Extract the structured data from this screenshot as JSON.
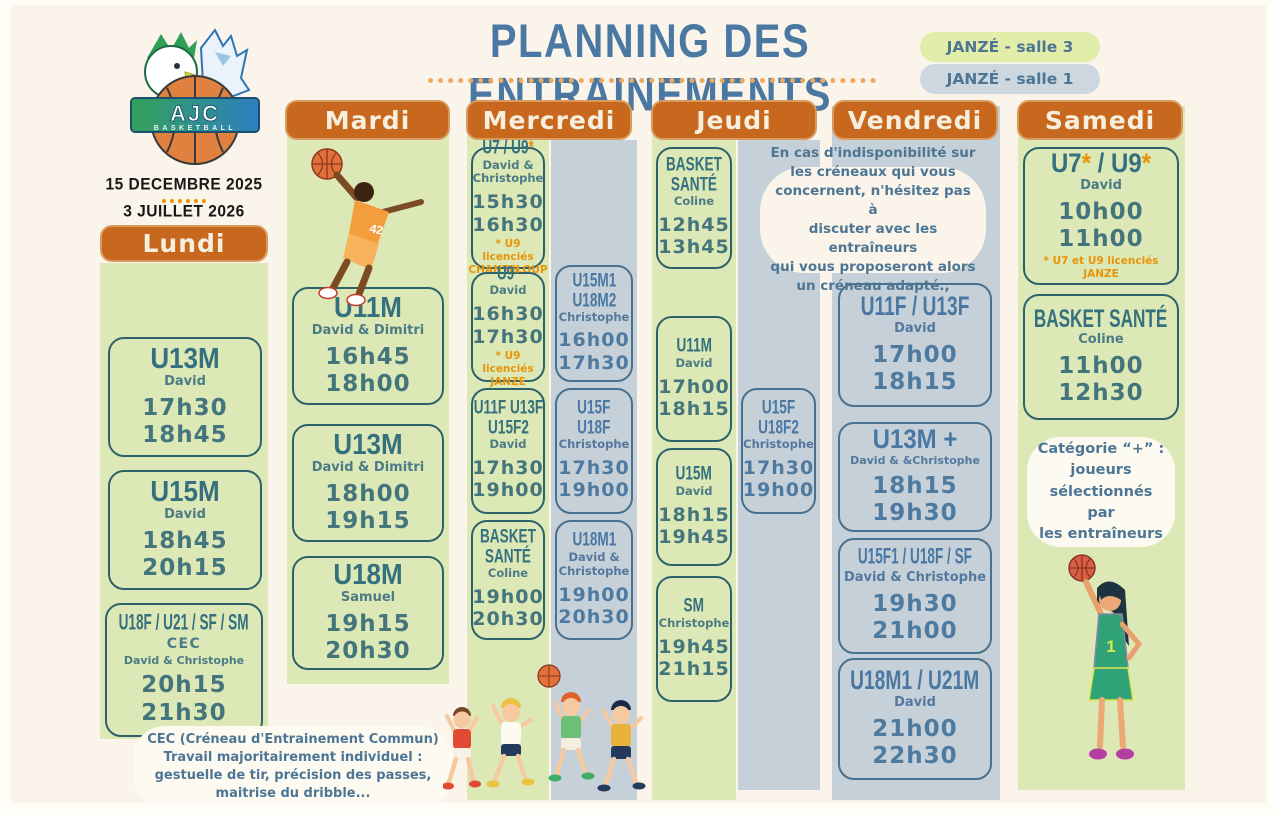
{
  "header": {
    "title": "PLANNING DES ENTRAINEMENTS",
    "legend": [
      {
        "label": "JANZÉ - salle 3"
      },
      {
        "label": "JANZÉ - salle 1"
      }
    ]
  },
  "logo": {
    "club": "AJC",
    "sub": "BASKETBALL",
    "date_start": "15 DECEMBRE 2025",
    "date_end": "3 JUILLET 2026"
  },
  "illustrations": {
    "dunker_number": "42",
    "girl_number": "1"
  },
  "days": {
    "lundi": {
      "label": "Lundi",
      "cards": [
        {
          "title": "U13M",
          "coach": "David",
          "start": "17h30",
          "end": "18h45"
        },
        {
          "title": "U15M",
          "coach": "David",
          "start": "18h45",
          "end": "20h15"
        },
        {
          "title": "U18F / U21 / SF / SM",
          "type": "CEC",
          "coach": "David & Christophe",
          "start": "20h15",
          "end": "21h30"
        }
      ]
    },
    "mardi": {
      "label": "Mardi",
      "cards": [
        {
          "title": "U11M",
          "coach": "David & Dimitri",
          "start": "16h45",
          "end": "18h00"
        },
        {
          "title": "U13M",
          "coach": "David & Dimitri",
          "start": "18h00",
          "end": "19h15"
        },
        {
          "title": "U18M",
          "coach": "Samuel",
          "start": "19h15",
          "end": "20h30"
        }
      ]
    },
    "mercredi": {
      "label": "Mercredi",
      "salle3_cards": [
        {
          "title": "U7 / U9*",
          "coach": "David & Christophe",
          "start": "15h30",
          "end": "16h30",
          "footnote": "* U9 licenciés CHANTELOUP"
        },
        {
          "title": "U9*",
          "coach": "David",
          "start": "16h30",
          "end": "17h30",
          "footnote": "* U9 licenciés JANZE"
        },
        {
          "title": "U11F U13F\nU15F2",
          "coach": "David",
          "start": "17h30",
          "end": "19h00"
        },
        {
          "title": "BASKET\nSANTÉ",
          "coach": "Coline",
          "start": "19h00",
          "end": "20h30"
        }
      ],
      "salle1_cards": [
        {
          "title": "U15M1\nU18M2",
          "coach": "Christophe",
          "start": "16h00",
          "end": "17h30"
        },
        {
          "title": "U15F\nU18F",
          "coach": "Christophe",
          "start": "17h30",
          "end": "19h00"
        },
        {
          "title": "U18M1",
          "coach": "David & Christophe",
          "start": "19h00",
          "end": "20h30"
        }
      ]
    },
    "jeudi": {
      "label": "Jeudi",
      "salle3_cards": [
        {
          "title": "BASKET\nSANTÉ",
          "coach": "Coline",
          "start": "12h45",
          "end": "13h45"
        },
        {
          "title": "U11M",
          "coach": "David",
          "start": "17h00",
          "end": "18h15"
        },
        {
          "title": "U15M",
          "coach": "David",
          "start": "18h15",
          "end": "19h45"
        },
        {
          "title": "SM",
          "coach": "Christophe",
          "start": "19h45",
          "end": "21h15"
        }
      ],
      "salle1_cards": [
        {
          "title": "U15F\nU18F2",
          "coach": "Christophe",
          "start": "17h30",
          "end": "19h00"
        }
      ]
    },
    "vendredi": {
      "label": "Vendredi",
      "cards": [
        {
          "title": "U11F / U13F",
          "coach": "David",
          "start": "17h00",
          "end": "18h15"
        },
        {
          "title": "U13M +",
          "coach": "David & &Christophe",
          "start": "18h15",
          "end": "19h30"
        },
        {
          "title": "U15F1 / U18F / SF",
          "coach": "David & Christophe",
          "start": "19h30",
          "end": "21h00"
        },
        {
          "title": "U18M1 / U21M",
          "coach": "David",
          "start": "21h00",
          "end": "22h30"
        }
      ]
    },
    "samedi": {
      "label": "Samedi",
      "cards": [
        {
          "title": "U7* / U9*",
          "coach": "David",
          "start": "10h00",
          "end": "11h00",
          "footnote": "* U7 et U9 licenciés JANZE"
        },
        {
          "title": "BASKET SANTÉ",
          "coach": "Coline",
          "start": "11h00",
          "end": "12h30"
        }
      ]
    }
  },
  "notes": {
    "availability": "En cas d'indisponibilité sur\nles créneaux qui vous\nconcernent, n'hésitez pas à\ndiscuter avec les entraîneurs\nqui vous proposeront alors\nun créneau adapté.,",
    "cec": "CEC (Créneau d'Entrainement Commun)\nTravail majoritairement individuel :\ngestuelle de tir, précision des passes,\nmaitrise du dribble...",
    "category_plus": "Catégorie “+” :\njoueurs\nsélectionnés par\nles entraîneurs"
  },
  "colors": {
    "accent_orange": "#c8671e",
    "salle3_green": "#dde8b7",
    "salle1_blue": "#c5d0d9",
    "title_blue": "#4a78a3",
    "footnote_orange": "#e89409"
  }
}
